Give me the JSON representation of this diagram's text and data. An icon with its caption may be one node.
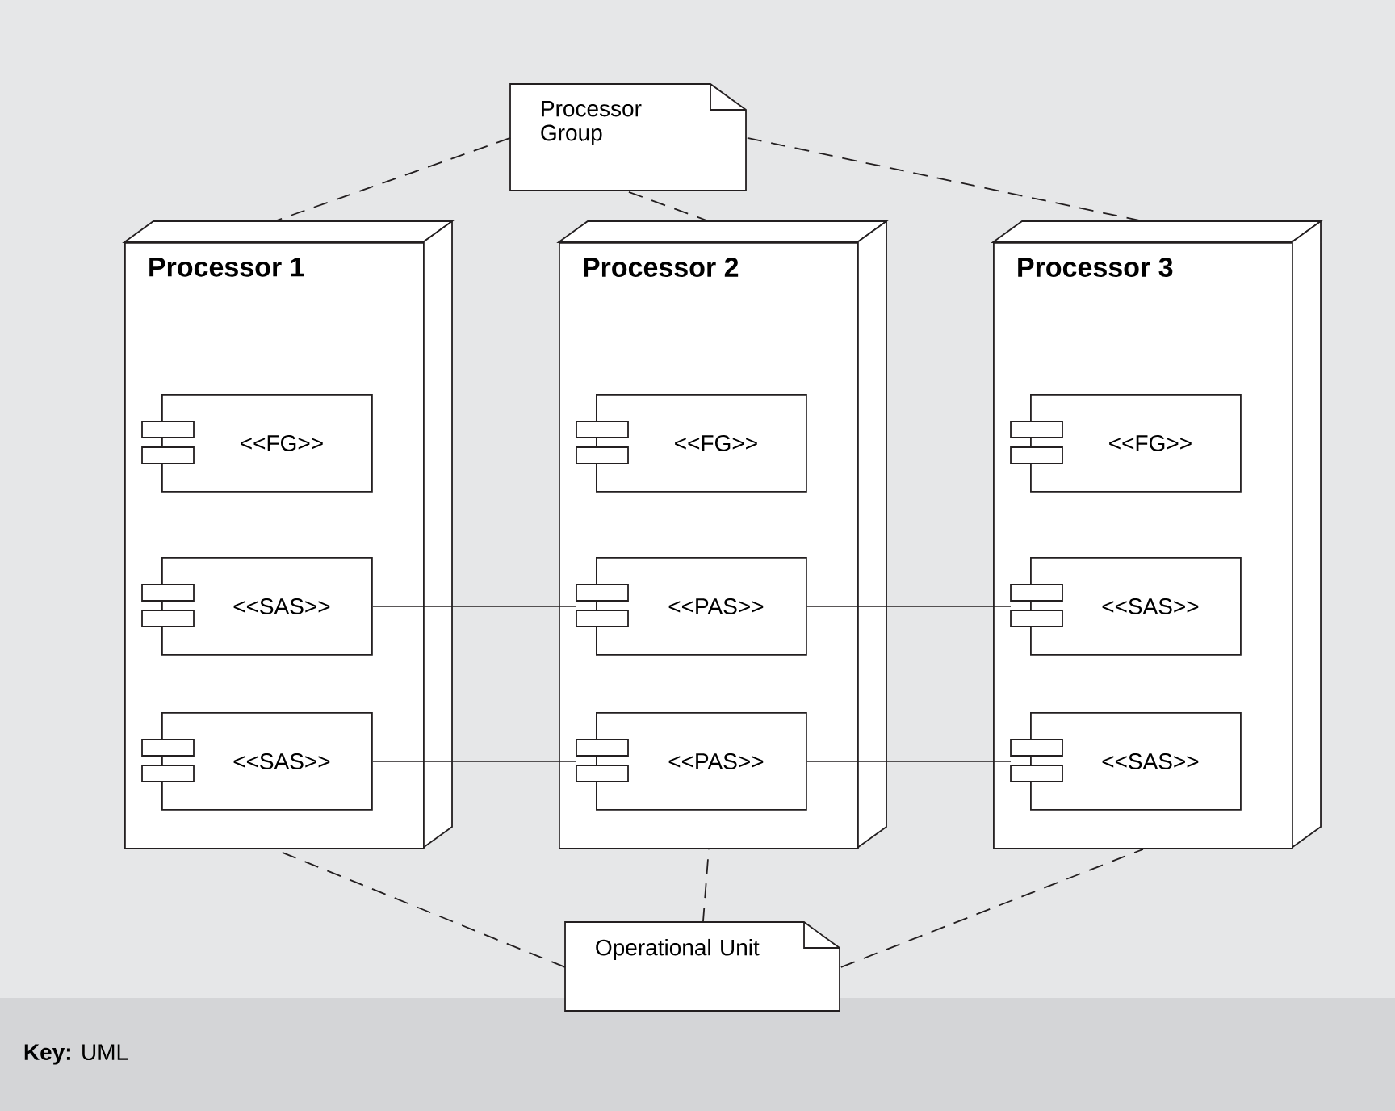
{
  "diagram": {
    "nodes": [
      {
        "text": [
          "Processor Group"
        ]
      },
      {
        "text": [
          "Processor 1"
        ]
      },
      {
        "text": [
          "<<FG>>"
        ],
        "in": 1
      },
      {
        "text": [
          "<<SAS>>"
        ],
        "in": 1
      },
      {
        "text": [
          "<<SAS>>"
        ],
        "in": 1
      },
      {
        "text": [
          "Processor 2"
        ]
      },
      {
        "text": [
          "<<FG>>"
        ],
        "in": 5
      },
      {
        "text": [
          "<<PAS>>"
        ],
        "in": 5
      },
      {
        "text": [
          "<<PAS>>"
        ],
        "in": 5
      },
      {
        "text": [
          "Processor 3"
        ]
      },
      {
        "text": [
          "<<FG>>"
        ],
        "in": 9
      },
      {
        "text": [
          "<<SAS>>"
        ],
        "in": 9
      },
      {
        "text": [
          "<<SAS>>"
        ],
        "in": 9
      },
      {
        "text": [
          "Operational Unit"
        ]
      }
    ],
    "edges": [
      {
        "from": 0,
        "to": 1,
        "arrow": "none",
        "style": "dashed"
      },
      {
        "from": 0,
        "to": 5,
        "arrow": "none",
        "style": "dashed"
      },
      {
        "from": 0,
        "to": 9,
        "arrow": "none",
        "style": "dashed"
      },
      {
        "from": 3,
        "to": 7,
        "arrow": "none"
      },
      {
        "from": 7,
        "to": 11,
        "arrow": "none"
      },
      {
        "from": 4,
        "to": 8,
        "arrow": "none"
      },
      {
        "from": 8,
        "to": 12,
        "arrow": "none"
      },
      {
        "from": 13,
        "to": 1,
        "arrow": "none",
        "style": "dashed"
      },
      {
        "from": 13,
        "to": 5,
        "arrow": "none",
        "style": "dashed"
      },
      {
        "from": 13,
        "to": 9,
        "arrow": "none",
        "style": "dashed"
      }
    ],
    "labels": [
      "**Key:** UML"
    ]
  }
}
